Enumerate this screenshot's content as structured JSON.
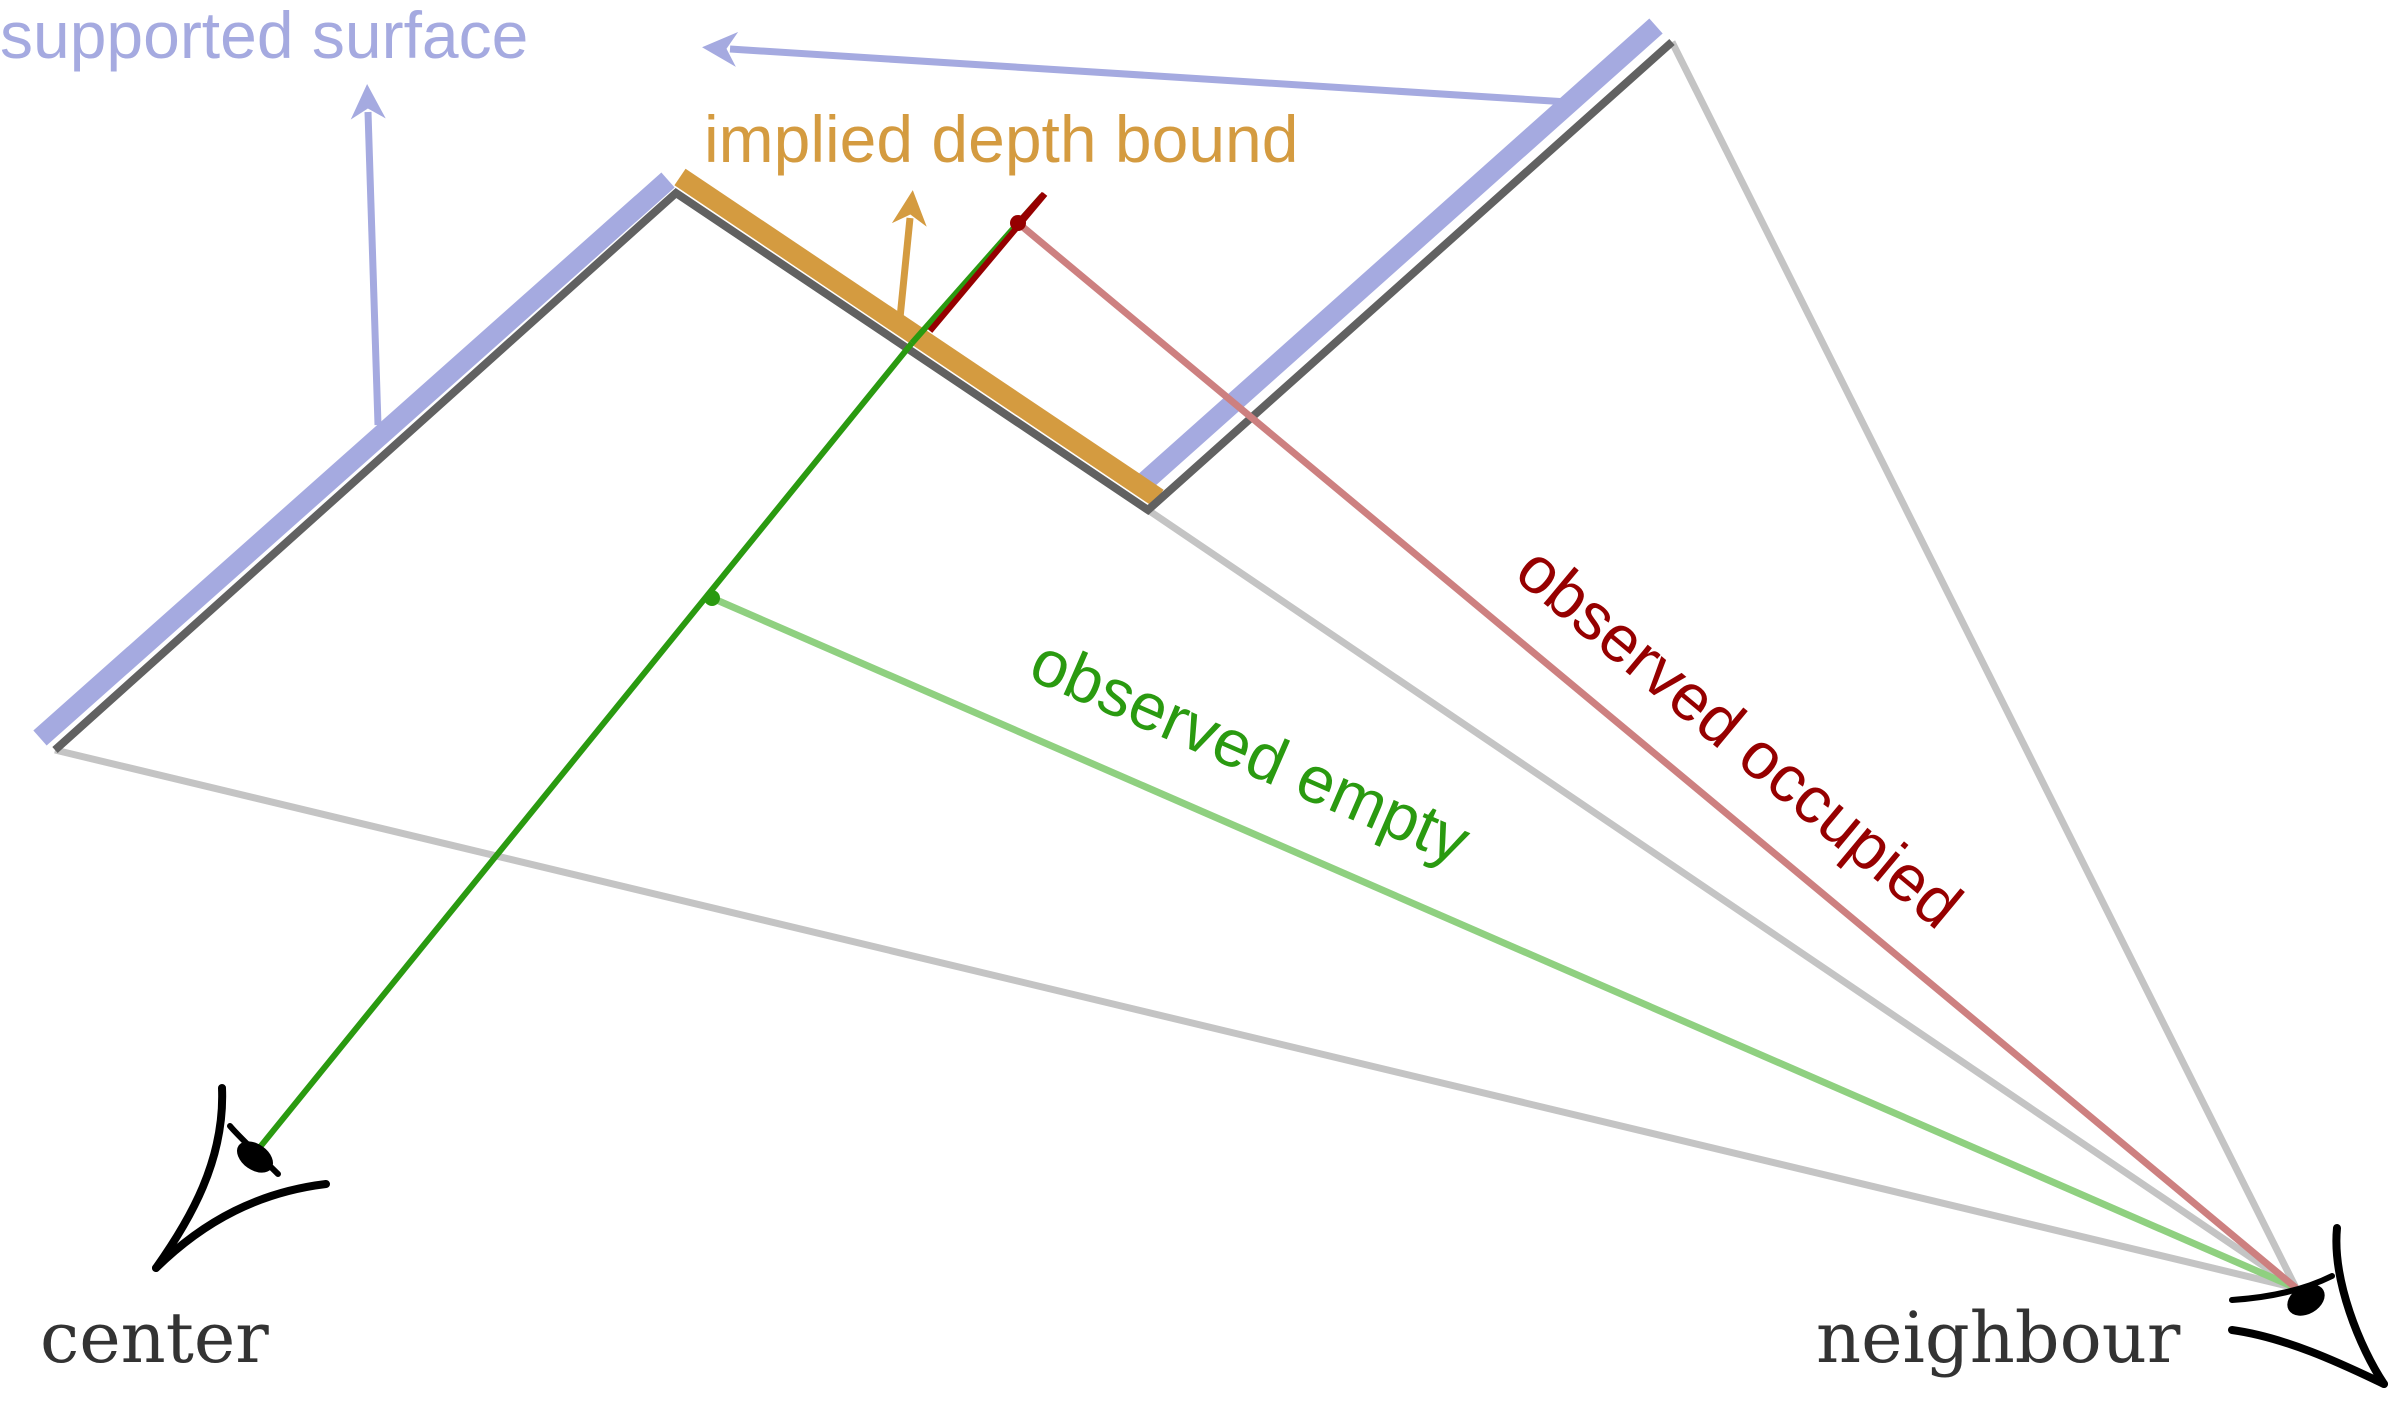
{
  "labels": {
    "supported_surface": "supported surface",
    "implied_depth_bound": "implied depth bound",
    "observed_empty": "observed empty",
    "observed_occupied": "observed occupied",
    "center": "center",
    "neighbour": "neighbour"
  },
  "colors": {
    "supported": "#a5aae0",
    "implied": "#d49b40",
    "empty_dark": "#2a9a10",
    "empty_light": "#8fd080",
    "occupied_dark": "#960000",
    "occupied_light": "#cd8080",
    "surface": "#616161",
    "frustum": "#c4c4c4",
    "camera": "#000000",
    "camera_label": "#333333"
  },
  "icons": {
    "center_camera": "eye-icon",
    "neighbour_camera": "eye-icon"
  }
}
